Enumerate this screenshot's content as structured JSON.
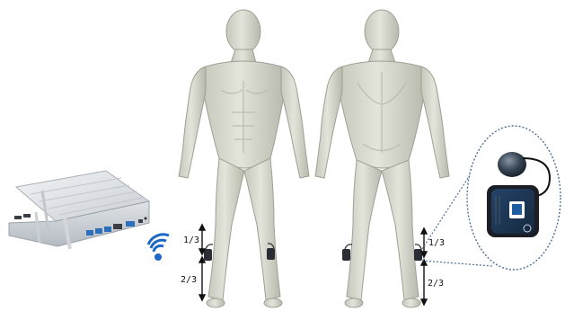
{
  "colors": {
    "body_fill": "#d7d8cc",
    "body_shade": "#b9bbaf",
    "body_outline": "#9ea093",
    "sensor_color": "#2a2d33",
    "mini_pc_silver": "#d9dde2",
    "mini_pc_port": "#2d6fb8",
    "wifi_blue": "#1d67c6",
    "zoom_dotted_blue": "#4d6f98",
    "measure_color": "#111111",
    "zoom_device_blue": "#1e5ea0"
  },
  "icons": {
    "wifi": "wifi-signal-icon",
    "mini_pc": "mini-pc-device-icon",
    "sensor": "wearable-sensor-icon"
  },
  "labels": {
    "left_top_ratio": "1/3",
    "left_bottom_ratio": "2/3",
    "right_top_ratio": "1/3",
    "right_bottom_ratio": "2/3"
  }
}
